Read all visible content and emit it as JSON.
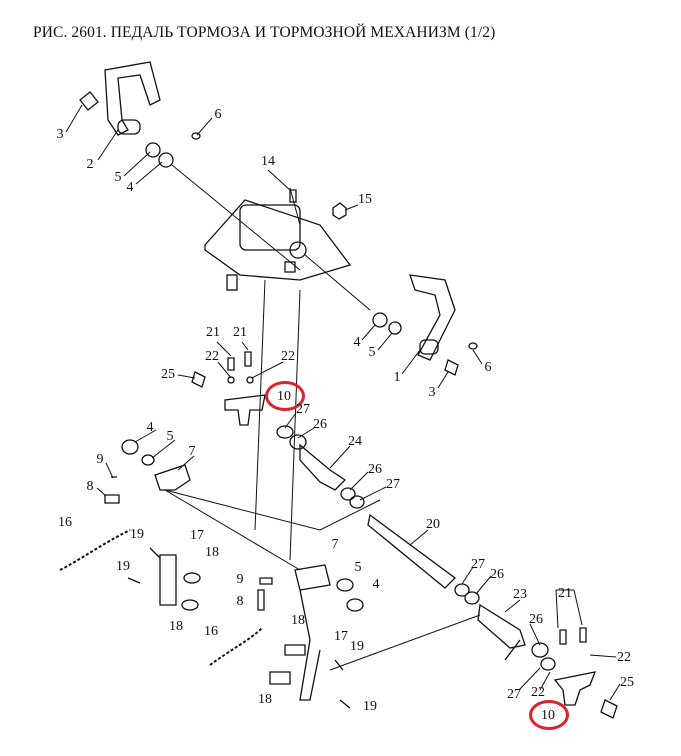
{
  "title": "РИС. 2601. ПЕДАЛЬ ТОРМОЗА И ТОРМОЗНОЙ МЕХАНИЗМ (1/2)",
  "callouts": [
    "3",
    "2",
    "5",
    "4",
    "6",
    "14",
    "15",
    "4",
    "5",
    "1",
    "3",
    "6",
    "21",
    "21",
    "22",
    "22",
    "25",
    "10",
    "27",
    "26",
    "24",
    "4",
    "5",
    "7",
    "9",
    "8",
    "26",
    "27",
    "16",
    "19",
    "17",
    "18",
    "20",
    "7",
    "19",
    "9",
    "5",
    "8",
    "4",
    "27",
    "26",
    "21",
    "23",
    "18",
    "16",
    "18",
    "17",
    "19",
    "26",
    "22",
    "27",
    "22",
    "25",
    "18",
    "19",
    "10"
  ],
  "highlighted_callouts": [
    "10"
  ],
  "highlight_color": "#e0202a"
}
